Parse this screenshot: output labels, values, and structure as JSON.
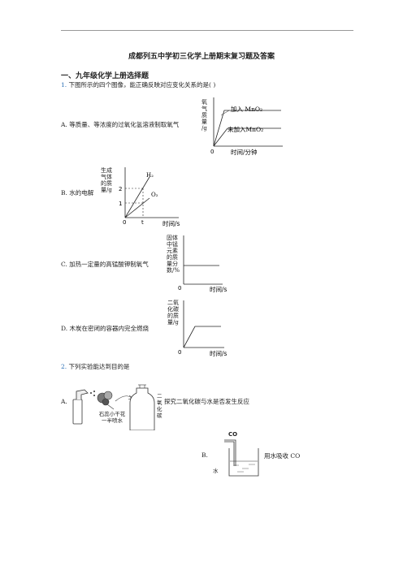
{
  "doc": {
    "title": "成都列五中学初三化学上册期末复习题及答案",
    "section": "一、九年级化学上册选择题"
  },
  "q1": {
    "number": "1.",
    "text": "下图所示的四个图像，能正确反映对应变化关系的是( )",
    "options": [
      {
        "label": "A.",
        "text": "等质量、等浓度的过氧化氢溶液制取氧气",
        "graph": {
          "ylabel": [
            "氧",
            "气",
            "质",
            "量",
            "/g"
          ],
          "xlabel": "时间/分钟",
          "origin": "0",
          "line1": "加入 MnO₂",
          "line2": "未加入MnO₂"
        }
      },
      {
        "label": "B.",
        "text": "水的电解",
        "graph": {
          "ylabel": [
            "生成",
            "气体",
            "的质",
            "量/g"
          ],
          "xlabel": "时间/s",
          "origin": "0",
          "tick_t": "t",
          "tick_2": "2",
          "tick_1": "1",
          "line1": "H₂",
          "line2": "O₂"
        }
      },
      {
        "label": "C.",
        "text": "加热一定量的高锰酸钾制氧气",
        "graph": {
          "ylabel": [
            "固体",
            "中锰",
            "元素",
            "的质",
            "量分",
            "数/%"
          ],
          "xlabel": "时间/s",
          "origin": "0"
        }
      },
      {
        "label": "D.",
        "text": "木炭在密闭的容器内完全燃烧",
        "graph": {
          "ylabel": [
            "二氧",
            "化碳",
            "的质",
            "量/g"
          ],
          "xlabel": "时间/s",
          "origin": "0"
        }
      }
    ]
  },
  "q2": {
    "number": "2.",
    "text": "下列实验能达到目的是",
    "options": [
      {
        "label": "A.",
        "text": "探究二氧化碳与水是否发生反应",
        "flower_label": [
          "石蕊小干花",
          "一半喷水"
        ],
        "bottle_label": [
          "二",
          "氧",
          "化",
          "碳"
        ]
      },
      {
        "label": "B.",
        "text": "用水吸收 CO",
        "gas_label": "CO",
        "water_label": "水"
      }
    ]
  }
}
